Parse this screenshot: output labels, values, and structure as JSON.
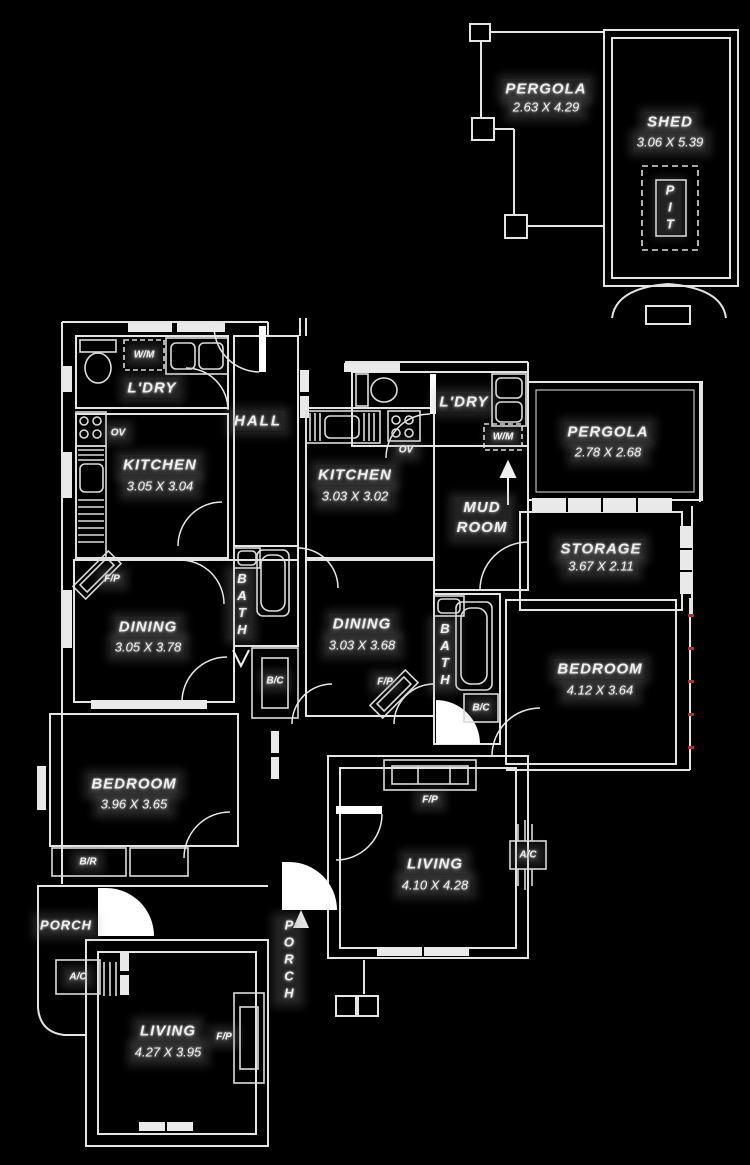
{
  "colors": {
    "background": "#000000",
    "wall_line": "#e4e4e4",
    "text": "#efefef",
    "tick_red": "#a83232"
  },
  "labels": {
    "pergola_top": {
      "name": "PERGOLA",
      "dims": "2.63 X 4.29"
    },
    "shed": {
      "name": "SHED",
      "dims": "3.06 X 5.39",
      "pit": "PIT"
    },
    "unit_a": {
      "laundry": "L'DRY",
      "washer": "W/M",
      "hall": "HALL",
      "oven": "OV",
      "kitchen_name": "KITCHEN",
      "kitchen_dims": "3.05 X 3.04",
      "fp_dining": "F/P",
      "dining_name": "DINING",
      "dining_dims": "3.05 X 3.78",
      "bath": "BATH",
      "linen": "B/C",
      "bedroom_name": "BEDROOM",
      "bedroom_dims": "3.96 X 3.65",
      "robe": "B/R",
      "porch": "PORCH",
      "ac": "A/C",
      "living_name": "LIVING",
      "living_dims": "4.27 X 3.95",
      "fp_living": "F/P",
      "porch_mid": "PORCH"
    },
    "unit_b": {
      "laundry": "L'DRY",
      "washer": "W/M",
      "oven": "OV",
      "kitchen_name": "KITCHEN",
      "kitchen_dims": "3.03 X 3.02",
      "mud_room": "MUD\nROOM",
      "pergola_name": "PERGOLA",
      "pergola_dims": "2.78 X 2.68",
      "storage_name": "STORAGE",
      "storage_dims": "3.67 X 2.11",
      "dining_name": "DINING",
      "dining_dims": "3.03 X 3.68",
      "fp_dining": "F/P",
      "bath": "BATH",
      "linen": "B/C",
      "bedroom_name": "BEDROOM",
      "bedroom_dims": "4.12 X 3.64",
      "living_name": "LIVING",
      "living_dims": "4.10 X 4.28",
      "fp_living": "F/P",
      "ac": "A/C"
    }
  }
}
